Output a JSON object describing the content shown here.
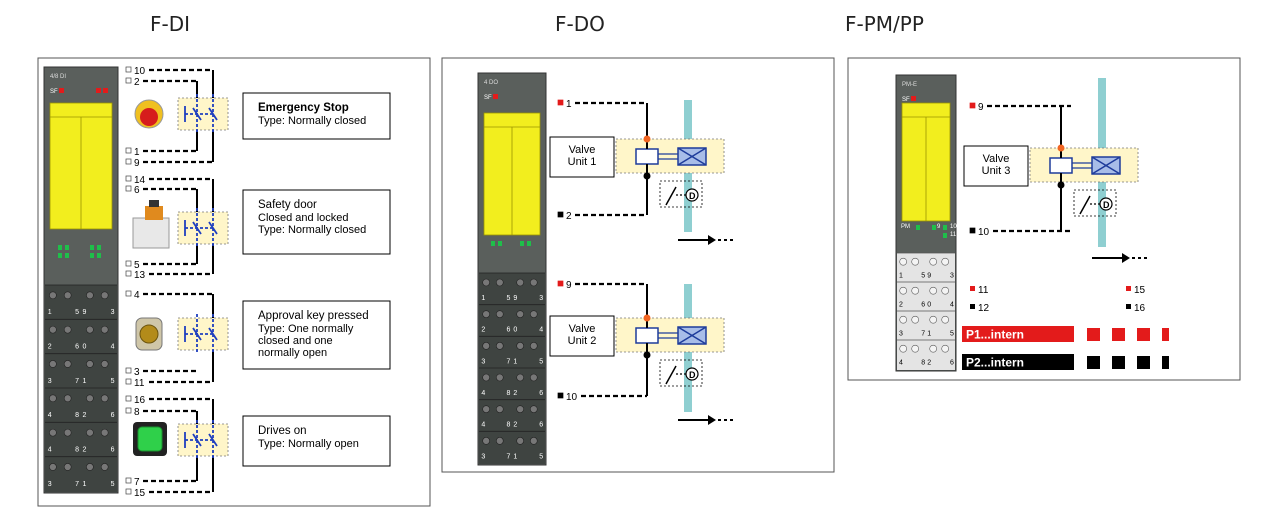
{
  "headings": {
    "fdi": "F-DI",
    "fdo": "F-DO",
    "fpm": "F-PM/PP"
  },
  "colors": {
    "module": "#5a5f5c",
    "module_dark": "#3f4441",
    "yellow": "#f2ee1e",
    "led_green": "#1fbf4a",
    "led_red": "#e31b1b",
    "wire": "#000000",
    "switch_blue": "#1f3fbf",
    "switch_bg": "#fff6c9",
    "valve_blue": "#1e3c9b",
    "valve_fill": "#a8bde8",
    "pipe": "#8fcfd1",
    "term_red": "#e31b1b",
    "intern_red": "#e31b1b",
    "intern_black": "#000000"
  },
  "fdi": {
    "module_label": "4/8 DI",
    "sf_label": "SF",
    "terminal_rows": [
      [
        "1",
        "5",
        "9",
        "3"
      ],
      [
        "2",
        "6",
        "0",
        "4"
      ],
      [
        "3",
        "7",
        "1",
        "5"
      ],
      [
        "4",
        "8",
        "2",
        "6"
      ],
      [
        "4",
        "8",
        "2",
        "6"
      ],
      [
        "3",
        "7",
        "1",
        "5"
      ]
    ],
    "devices": [
      {
        "terms": [
          "10",
          "2",
          "1",
          "9"
        ],
        "title": "Emergency Stop",
        "lines": [
          "Type: Normally closed"
        ],
        "icon": "emergency-stop-icon"
      },
      {
        "terms": [
          "14",
          "6",
          "5",
          "13"
        ],
        "title": "Safety door",
        "lines": [
          "Closed and locked",
          "Type: Normally closed"
        ],
        "icon": "door-switch-icon"
      },
      {
        "terms": [
          "4",
          "3",
          "11"
        ],
        "title": "Approval key pressed",
        "lines": [
          "Type: One normally",
          "closed and one",
          "normally open"
        ],
        "icon": "key-switch-icon"
      },
      {
        "terms": [
          "16",
          "8",
          "7",
          "15"
        ],
        "title": "Drives on",
        "lines": [
          "Type: Normally open"
        ],
        "icon": "green-button-icon"
      }
    ]
  },
  "fdo": {
    "module_label": "4 DO",
    "sf_label": "SF",
    "terminal_rows": [
      [
        "1",
        "5",
        "9",
        "3"
      ],
      [
        "2",
        "6",
        "0",
        "4"
      ],
      [
        "3",
        "7",
        "1",
        "5"
      ],
      [
        "4",
        "8",
        "2",
        "6"
      ],
      [
        "4",
        "8",
        "2",
        "6"
      ],
      [
        "3",
        "7",
        "1",
        "5"
      ]
    ],
    "valves": [
      {
        "label_lines": [
          "Valve",
          "Unit 1"
        ],
        "top_term": "1",
        "bottom_term": "2"
      },
      {
        "label_lines": [
          "Valve",
          "Unit 2"
        ],
        "top_term": "9",
        "bottom_term": "10"
      }
    ]
  },
  "fpm": {
    "module_label": "PM-E",
    "sf_label": "SF",
    "pm_label": "PM",
    "led_labels": [
      "9",
      "10",
      "11"
    ],
    "valve": {
      "label_lines": [
        "Valve",
        "Unit 3"
      ],
      "top_term": "9",
      "bottom_term": "10"
    },
    "terms": {
      "t11": "11",
      "t12": "12",
      "t15": "15",
      "t16": "16"
    },
    "intern": [
      "P1...intern",
      "P2...intern"
    ],
    "terminal_rows": [
      [
        "1",
        "5",
        "9",
        "3"
      ],
      [
        "2",
        "6",
        "0",
        "4"
      ],
      [
        "3",
        "7",
        "1",
        "5"
      ],
      [
        "4",
        "8",
        "2",
        "6"
      ]
    ]
  }
}
